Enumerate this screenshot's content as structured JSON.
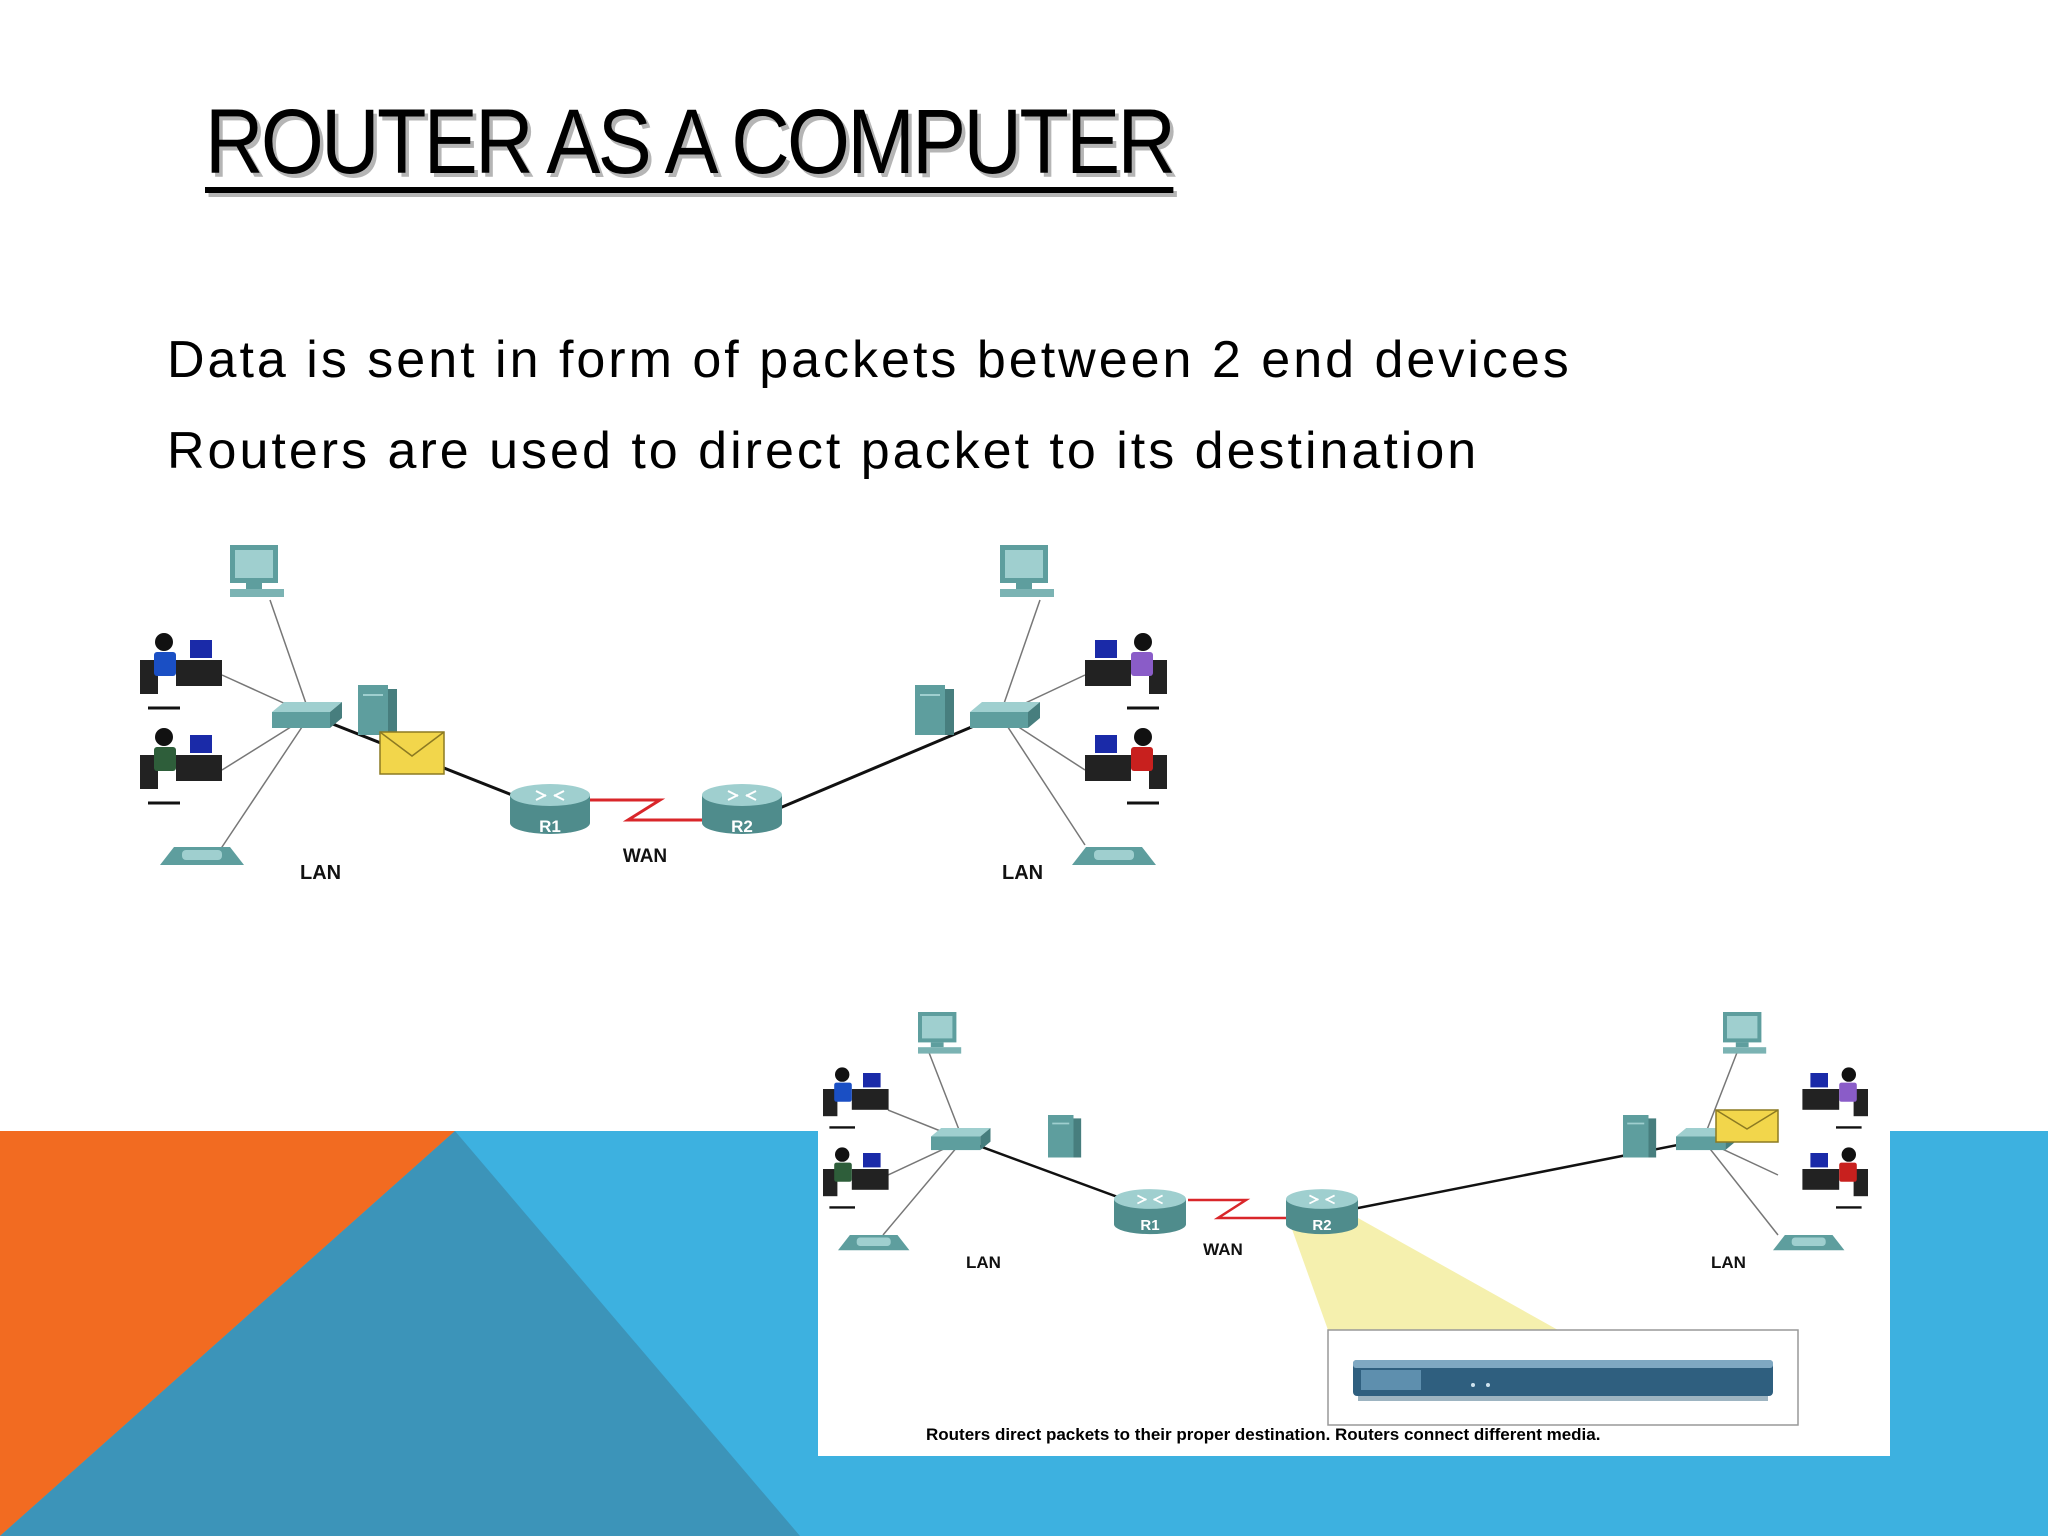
{
  "slide": {
    "title": "ROUTER AS A COMPUTER",
    "bullets": [
      "Data is sent in form of packets between 2 end devices",
      "Routers are used to direct packet to its destination"
    ],
    "colors": {
      "orange": "#F26B21",
      "blue": "#3DB1E0",
      "dark_blue": "#3C94B9",
      "device_teal": "#5E9E9E",
      "wan_link": "#D9262A"
    }
  },
  "diagram_top": {
    "left_lan_label": "LAN",
    "right_lan_label": "LAN",
    "wan_label": "WAN",
    "router_1_label": "R1",
    "router_2_label": "R2"
  },
  "diagram_bottom": {
    "left_lan_label": "LAN",
    "right_lan_label": "LAN",
    "wan_label": "WAN",
    "router_1_label": "R1",
    "router_2_label": "R2",
    "caption": "Routers direct packets to their proper destination. Routers connect different media."
  }
}
